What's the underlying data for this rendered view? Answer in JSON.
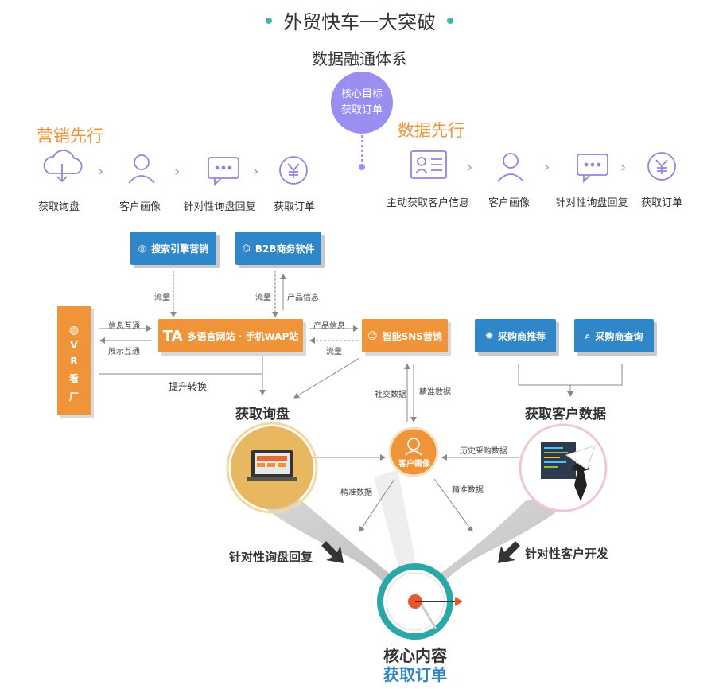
{
  "header": {
    "title": "外贸快车一大突破",
    "subtitle": "数据融通体系",
    "goal_line1": "核心目标",
    "goal_line2": "获取订单"
  },
  "marketing": {
    "title": "营销先行",
    "steps": [
      "获取询盘",
      "客户画像",
      "针对性询盘回复",
      "获取订单"
    ]
  },
  "data_first": {
    "title": "数据先行",
    "steps": [
      "主动获取客户信息",
      "客户画像",
      "针对性询盘回复",
      "获取订单"
    ]
  },
  "diagram": {
    "search_marketing": "搜索引擎营销",
    "b2b_software": "B2B商务软件",
    "website": "多语言网站 · 手机WAP站",
    "sns": "智能SNS营销",
    "buyer_recommend": "采购商推荐",
    "buyer_query": "采购商查询",
    "vr_chars": [
      "V",
      "R",
      "看",
      "厂"
    ],
    "ta_logo": "TA",
    "lbl_flow1": "流量",
    "lbl_flow2": "流量",
    "lbl_product_info1": "产品信息",
    "lbl_info_exchange": "信息互通",
    "lbl_display_exchange": "展示互通",
    "lbl_product_info2": "产品信息",
    "lbl_flow3": "流量",
    "lbl_improve_conversion": "提升转换",
    "lbl_social_data": "社交数据",
    "lbl_precise_data1": "精准数据",
    "get_inquiry": "获取询盘",
    "get_customer_data": "获取客户数据",
    "customer_portrait": "客户画像",
    "lbl_history_purchase": "历史采购数据",
    "lbl_precise_data2": "精准数据",
    "lbl_precise_data3": "精准数据",
    "targeted_reply": "针对性询盘回复",
    "targeted_dev": "针对性客户开发",
    "core_line1": "核心内容",
    "core_line2": "获取订单"
  },
  "colors": {
    "orange": "#f0943a",
    "blue": "#2f86c8",
    "purple": "#9a8ff0",
    "teal": "#3fb8a8",
    "gold": "#e8b860"
  }
}
